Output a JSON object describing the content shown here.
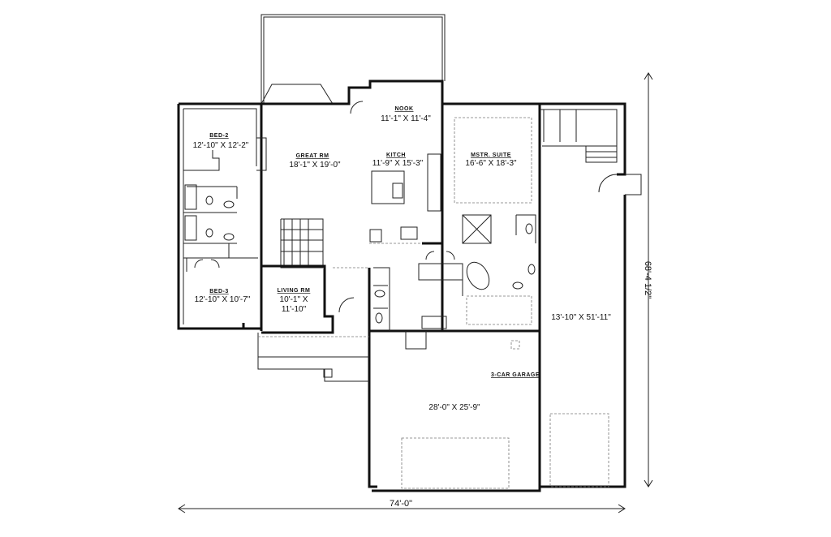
{
  "rooms": {
    "bed2": {
      "name": "BED-2",
      "size": "12'-10\" X 12'-2\""
    },
    "great_rm": {
      "name": "GREAT RM",
      "size": "18'-1\" X 19'-0\""
    },
    "nook": {
      "name": "NOOK",
      "size": "11'-1\" X 11'-4\""
    },
    "kitch": {
      "name": "KITCH",
      "size": "11'-9\" X 15'-3\""
    },
    "mstr_suite": {
      "name": "MSTR. SUITE",
      "size": "16'-6\" X 18'-3\""
    },
    "bed3": {
      "name": "BED-3",
      "size": "12'-10\" X 10'-7\""
    },
    "living_rm": {
      "name": "LIVING RM",
      "size_line1": "10'-1\" X",
      "size_line2": "11'-10\""
    },
    "garage": {
      "name": "3-CAR GARAGE",
      "size": "28'-0\" X 25'-9\""
    },
    "rv_bay": {
      "size": "13'-10\" X 51'-11\""
    }
  },
  "dimensions": {
    "width": "74'-0\"",
    "depth": "68'-4 1/2\""
  }
}
